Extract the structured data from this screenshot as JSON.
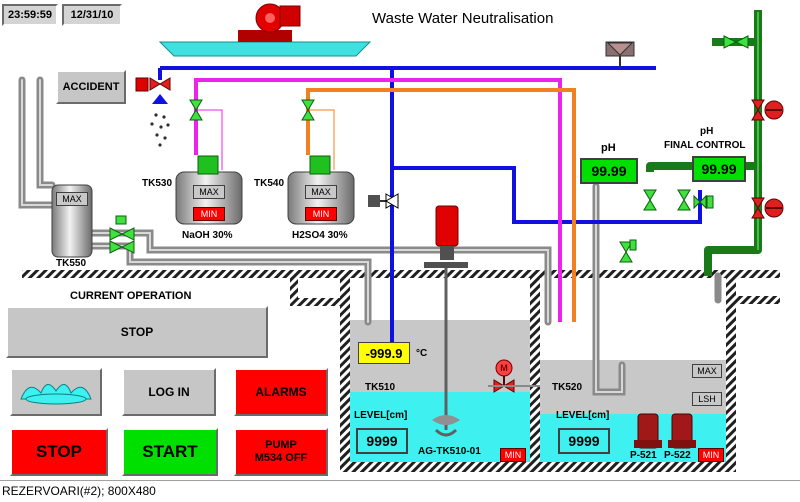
{
  "header": {
    "time": "23:59:59",
    "date": "12/31/10",
    "title": "Waste Water Neutralisation"
  },
  "buttons": {
    "accident": "ACCIDENT",
    "log_in": "LOG IN",
    "alarms": "ALARMS",
    "stop": "STOP",
    "start": "START",
    "pump_line1": "PUMP",
    "pump_line2": "M534 OFF"
  },
  "current_operation": {
    "label": "CURRENT OPERATION",
    "value": "STOP"
  },
  "tanks": {
    "tk550": {
      "name": "TK550",
      "max": "MAX"
    },
    "tk530": {
      "name": "TK530",
      "max": "MAX",
      "min": "MIN",
      "chemical": "NaOH 30%"
    },
    "tk540": {
      "name": "TK540",
      "max": "MAX",
      "min": "MIN",
      "chemical": "H2SO4 30%"
    },
    "tk510": {
      "name": "TK510",
      "temperature": "-999.9",
      "temp_unit": "°C",
      "level_label": "LEVEL[cm]",
      "level": "9999",
      "min": "MIN",
      "agitator": "AG-TK510-01"
    },
    "tk520": {
      "name": "TK520",
      "level_label": "LEVEL[cm]",
      "level": "9999",
      "max": "MAX",
      "lsh": "LSH",
      "min": "MIN",
      "pump1": "P-521",
      "pump2": "P-522"
    }
  },
  "ph": {
    "label": "pH",
    "value": "99.99",
    "final_label_line1": "pH",
    "final_label_line2": "FINAL CONTROL",
    "final_value": "99.99"
  },
  "motor_symbol": "M",
  "footer": "REZERVOARI(#2); 800X480",
  "colors": {
    "alarm_red": "#ff0000",
    "run_green": "#00e000",
    "display_green": "#00e000",
    "display_yellow": "#ffff00",
    "water_cyan": "#3ff0f0",
    "pipe_blue": "#1010e0",
    "pipe_magenta": "#ee22ee",
    "pipe_orange": "#f08020",
    "pipe_green": "#1a7a1a",
    "pipe_gray": "#c0c0c0"
  }
}
